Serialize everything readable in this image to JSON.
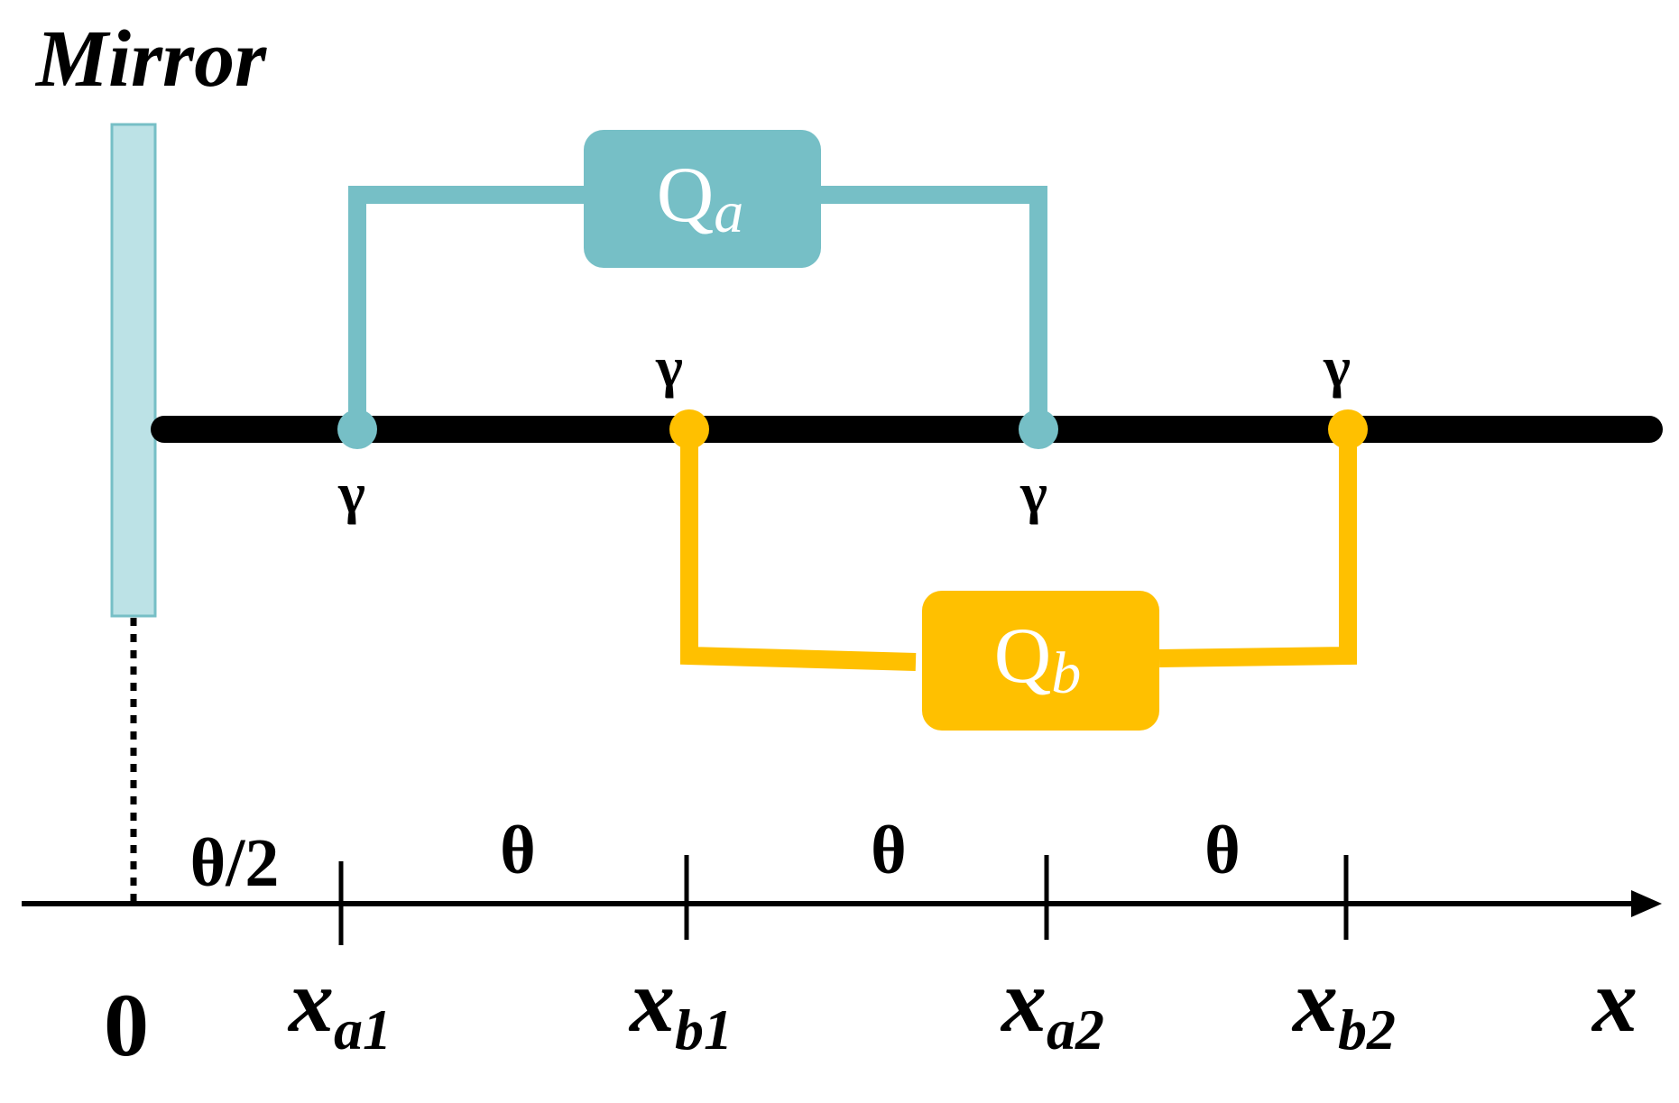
{
  "colors": {
    "qubit_a": "#76BFC6",
    "qubit_b": "#FFC000",
    "mirror_fill": "#BCE2E6",
    "mirror_stroke": "#76BFC6",
    "waveguide": "#000000",
    "qubit_label": "#ffffff"
  },
  "mirror": {
    "label": "Mirror"
  },
  "qubit_a": {
    "letter": "Q",
    "subscript": "a"
  },
  "qubit_b": {
    "letter": "Q",
    "subscript": "b"
  },
  "coupling": {
    "a1": "γ",
    "a2": "γ",
    "b1": "γ",
    "b2": "γ"
  },
  "spacings": {
    "first": "θ/2",
    "second": "θ",
    "third": "θ",
    "fourth": "θ"
  },
  "axis": {
    "origin": "0",
    "xa1": {
      "main": "x",
      "sub": "a1"
    },
    "xb1": {
      "main": "x",
      "sub": "b1"
    },
    "xa2": {
      "main": "x",
      "sub": "a2"
    },
    "xb2": {
      "main": "x",
      "sub": "b2"
    },
    "end": "x"
  },
  "icons": {
    "axis_arrow": "arrow-right-icon"
  }
}
